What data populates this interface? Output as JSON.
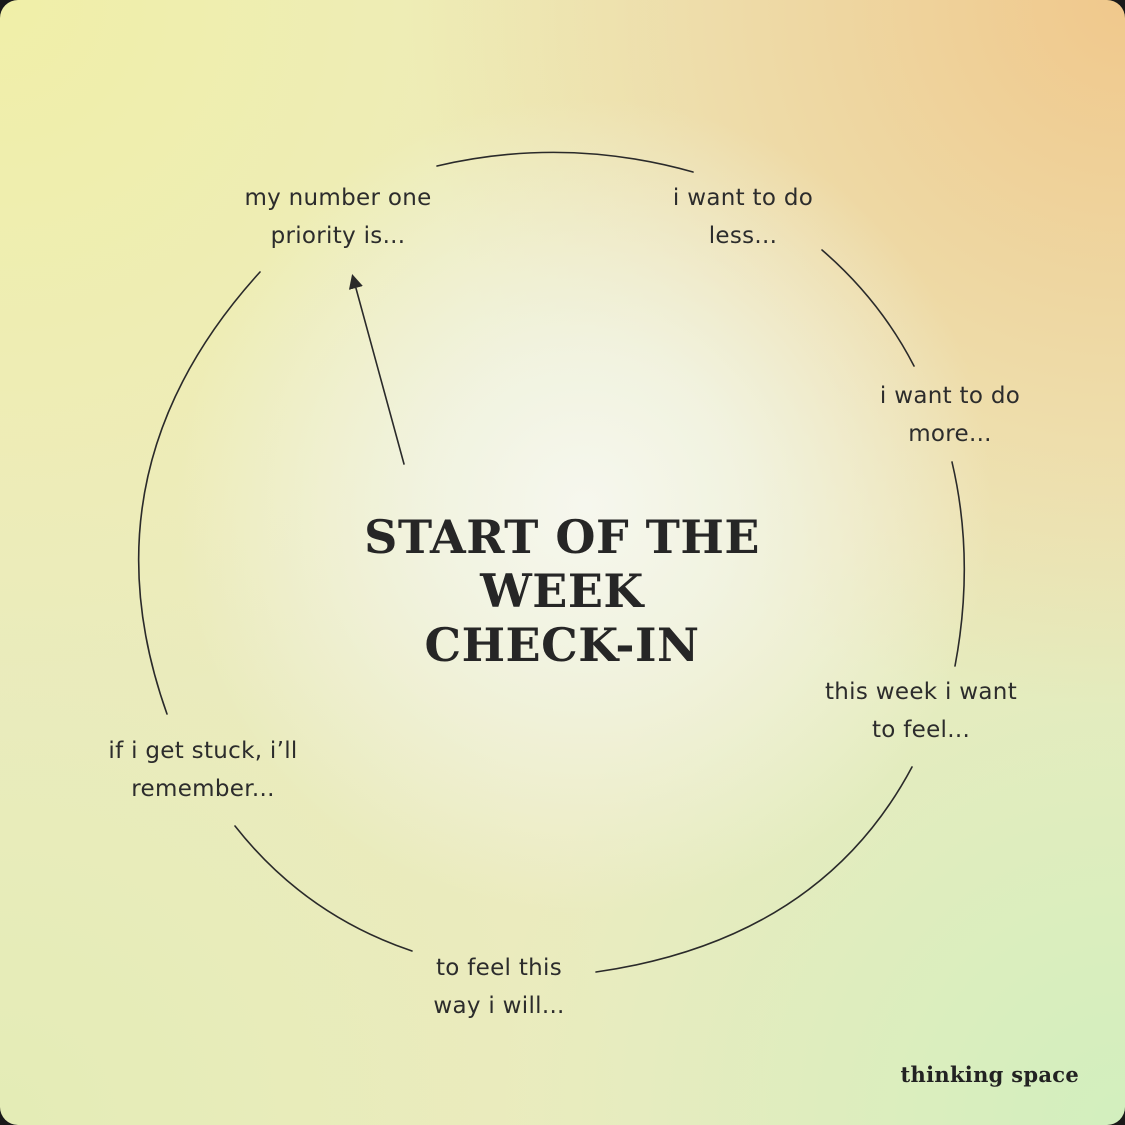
{
  "title": {
    "line1": "START OF THE",
    "line2": "WEEK",
    "line3": "CHECK-IN"
  },
  "prompts": [
    {
      "line1": "my number one",
      "line2": "priority is..."
    },
    {
      "line1": "i want to do",
      "line2": "less..."
    },
    {
      "line1": "i want to do",
      "line2": "more..."
    },
    {
      "line1": "this week i want",
      "line2": "to feel..."
    },
    {
      "line1": "to feel this",
      "line2": "way i will..."
    },
    {
      "line1": "if i get stuck, i’ll",
      "line2": "remember..."
    }
  ],
  "brand": "thinking space",
  "colors": {
    "ink": "#2c2c2c"
  }
}
